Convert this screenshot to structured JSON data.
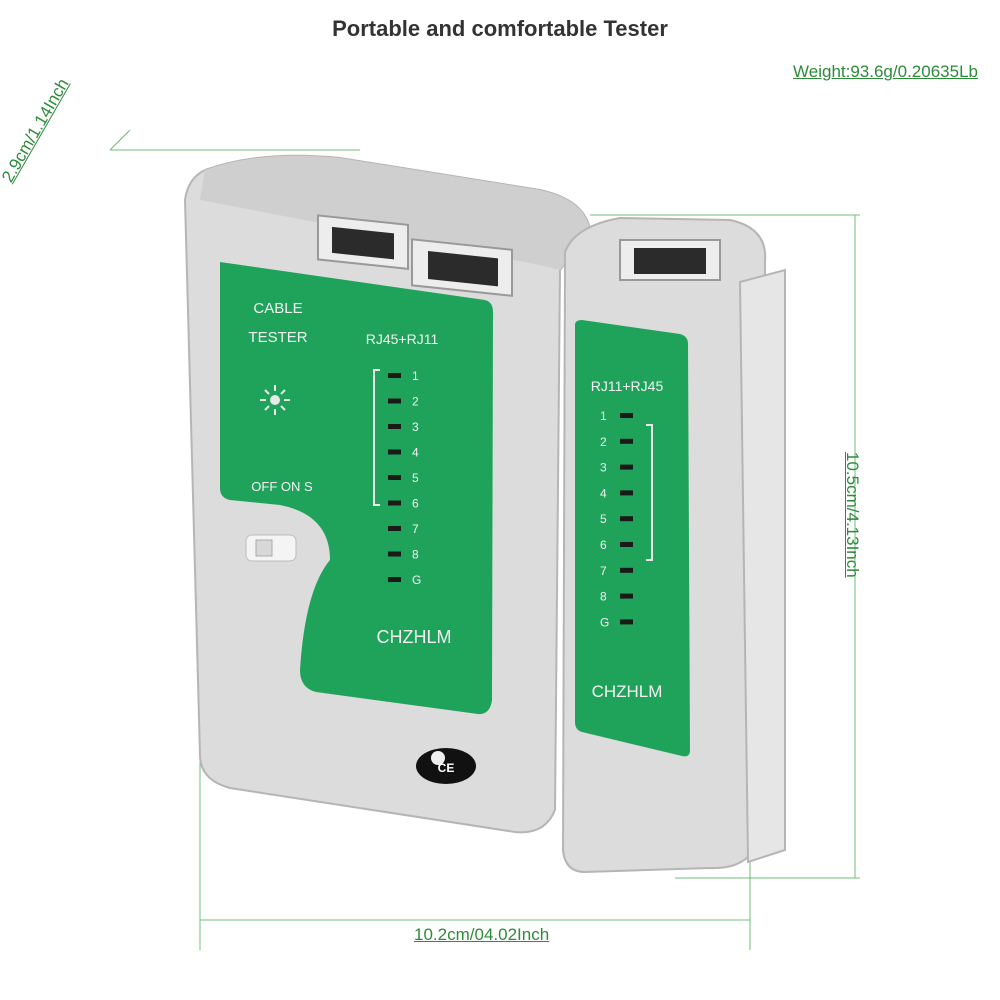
{
  "title": "Portable and comfortable Tester",
  "weight": {
    "grams": "Weight:93.6g",
    "sep": "/",
    "pounds": "0.20635Lb"
  },
  "dimensions": {
    "thickness": {
      "metric": "2.9cm",
      "sep": "/",
      "imperial": "1.14Inch"
    },
    "height": {
      "metric": "10.5cm",
      "sep": "/",
      "imperial": "4.13Inch"
    },
    "width": {
      "metric": "10.2cm",
      "sep": "/",
      "imperial": "04.02Inch"
    }
  },
  "main_unit": {
    "label_line1": "CABLE",
    "label_line2": "TESTER",
    "port_label": "RJ45+RJ11",
    "switch_label": "OFF ON S",
    "leds": [
      "1",
      "2",
      "3",
      "4",
      "5",
      "6",
      "7",
      "8",
      "G"
    ],
    "brand": "CHZHLM",
    "cert": "CE"
  },
  "remote_unit": {
    "port_label": "RJ11+RJ45",
    "leds": [
      "1",
      "2",
      "3",
      "4",
      "5",
      "6",
      "7",
      "8",
      "G"
    ],
    "brand": "CHZHLM"
  },
  "colors": {
    "panel_green": "#1fa35b",
    "body_grey": "#dcdcdc",
    "dim_green": "#2e8b3a"
  }
}
